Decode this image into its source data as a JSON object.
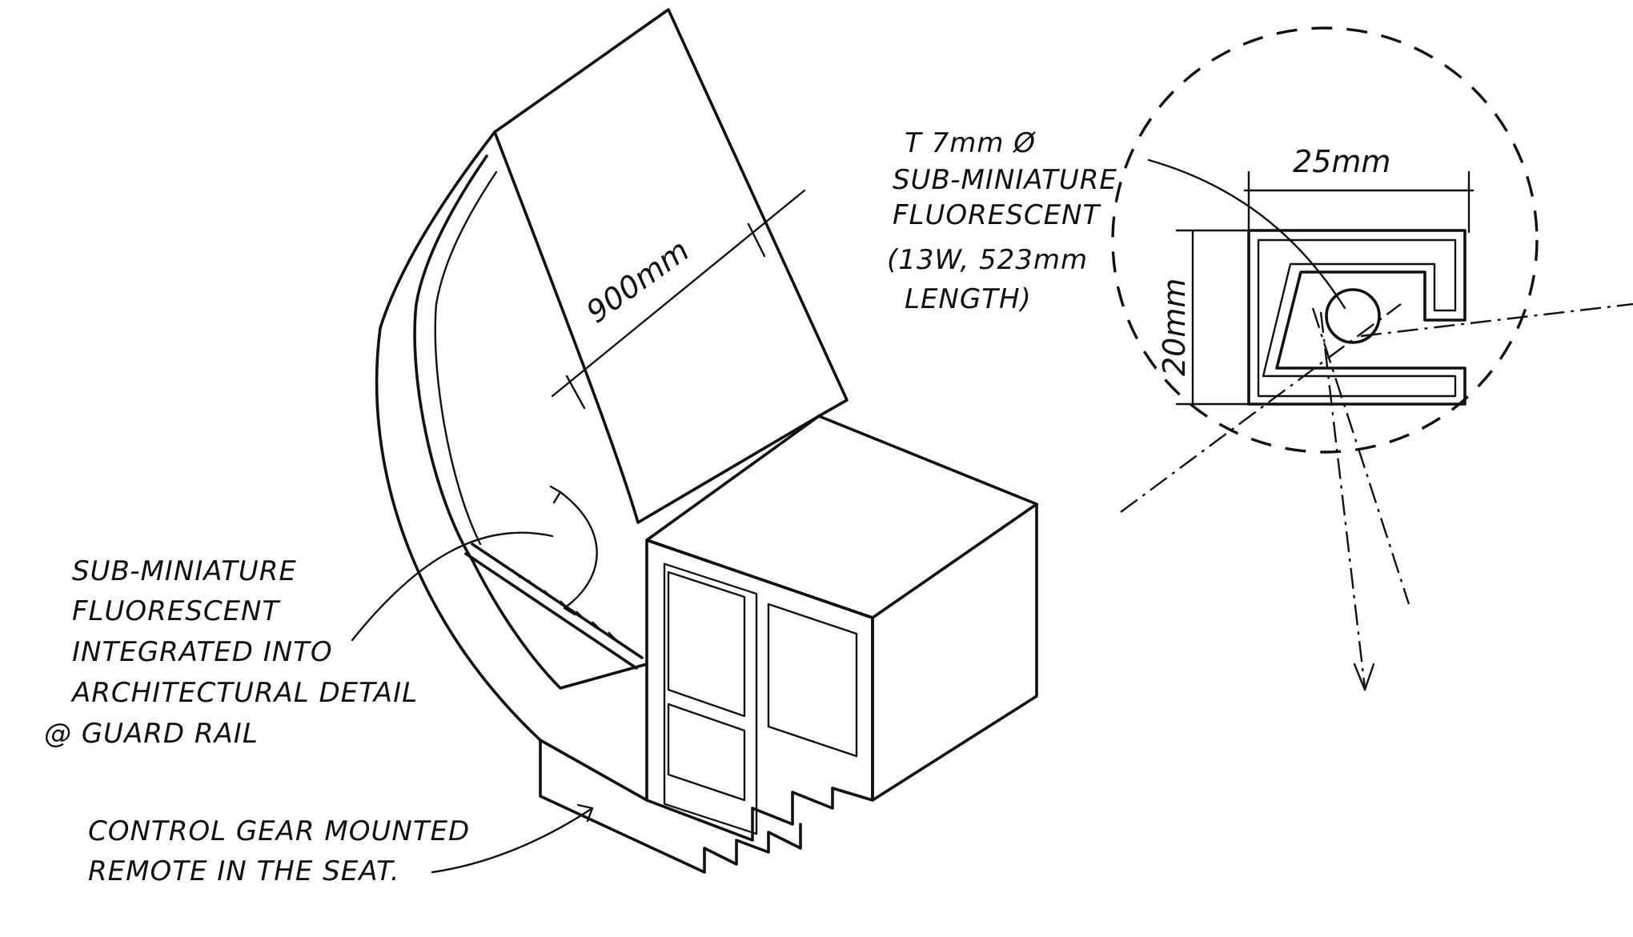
{
  "labels": {
    "bench_width": "900mm",
    "lamp_spec": [
      "T 7mm Ø",
      "SUB-MINIATURE",
      "FLUORESCENT",
      "(13W, 523mm",
      "LENGTH)"
    ],
    "profile_width": "25mm",
    "profile_height": "20mm",
    "guard_rail_note": [
      "SUB-MINIATURE",
      "FLUORESCENT",
      "INTEGRATED INTO",
      "ARCHITECTURAL DETAIL",
      "@ GUARD RAIL"
    ],
    "control_gear_note": [
      "CONTROL GEAR MOUNTED",
      "REMOTE IN THE SEAT."
    ]
  },
  "colors": {
    "ink": "#111111",
    "paper": "#ffffff"
  }
}
